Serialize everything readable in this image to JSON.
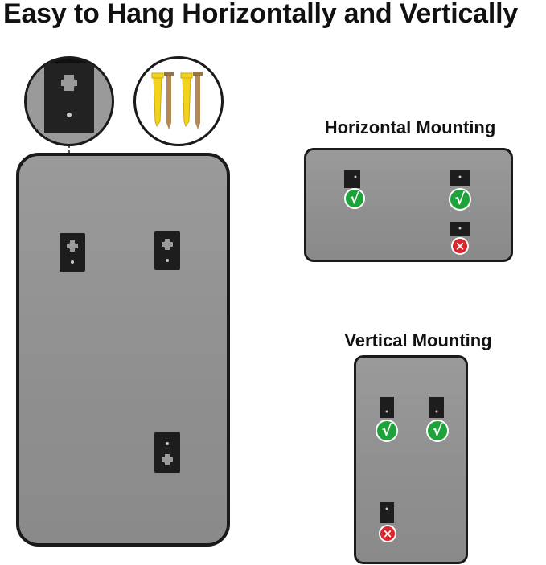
{
  "title": "Easy to Hang Horizontally and Vertically",
  "horizontal": {
    "heading": "Horizontal Mounting",
    "marks": [
      "√",
      "√",
      "×"
    ]
  },
  "vertical": {
    "heading": "Vertical Mounting",
    "marks": [
      "√",
      "√",
      "×"
    ]
  },
  "icons": {
    "bracket": "hanging-bracket-icon",
    "check": "check-icon",
    "cross": "cross-icon",
    "anchors": "wall-anchor-screws-icon"
  },
  "colors": {
    "frame": "#1a1a1a",
    "glass": "#939393",
    "ok": "#1ea33a",
    "no": "#d9262f",
    "anchor": "#f3d21c"
  }
}
